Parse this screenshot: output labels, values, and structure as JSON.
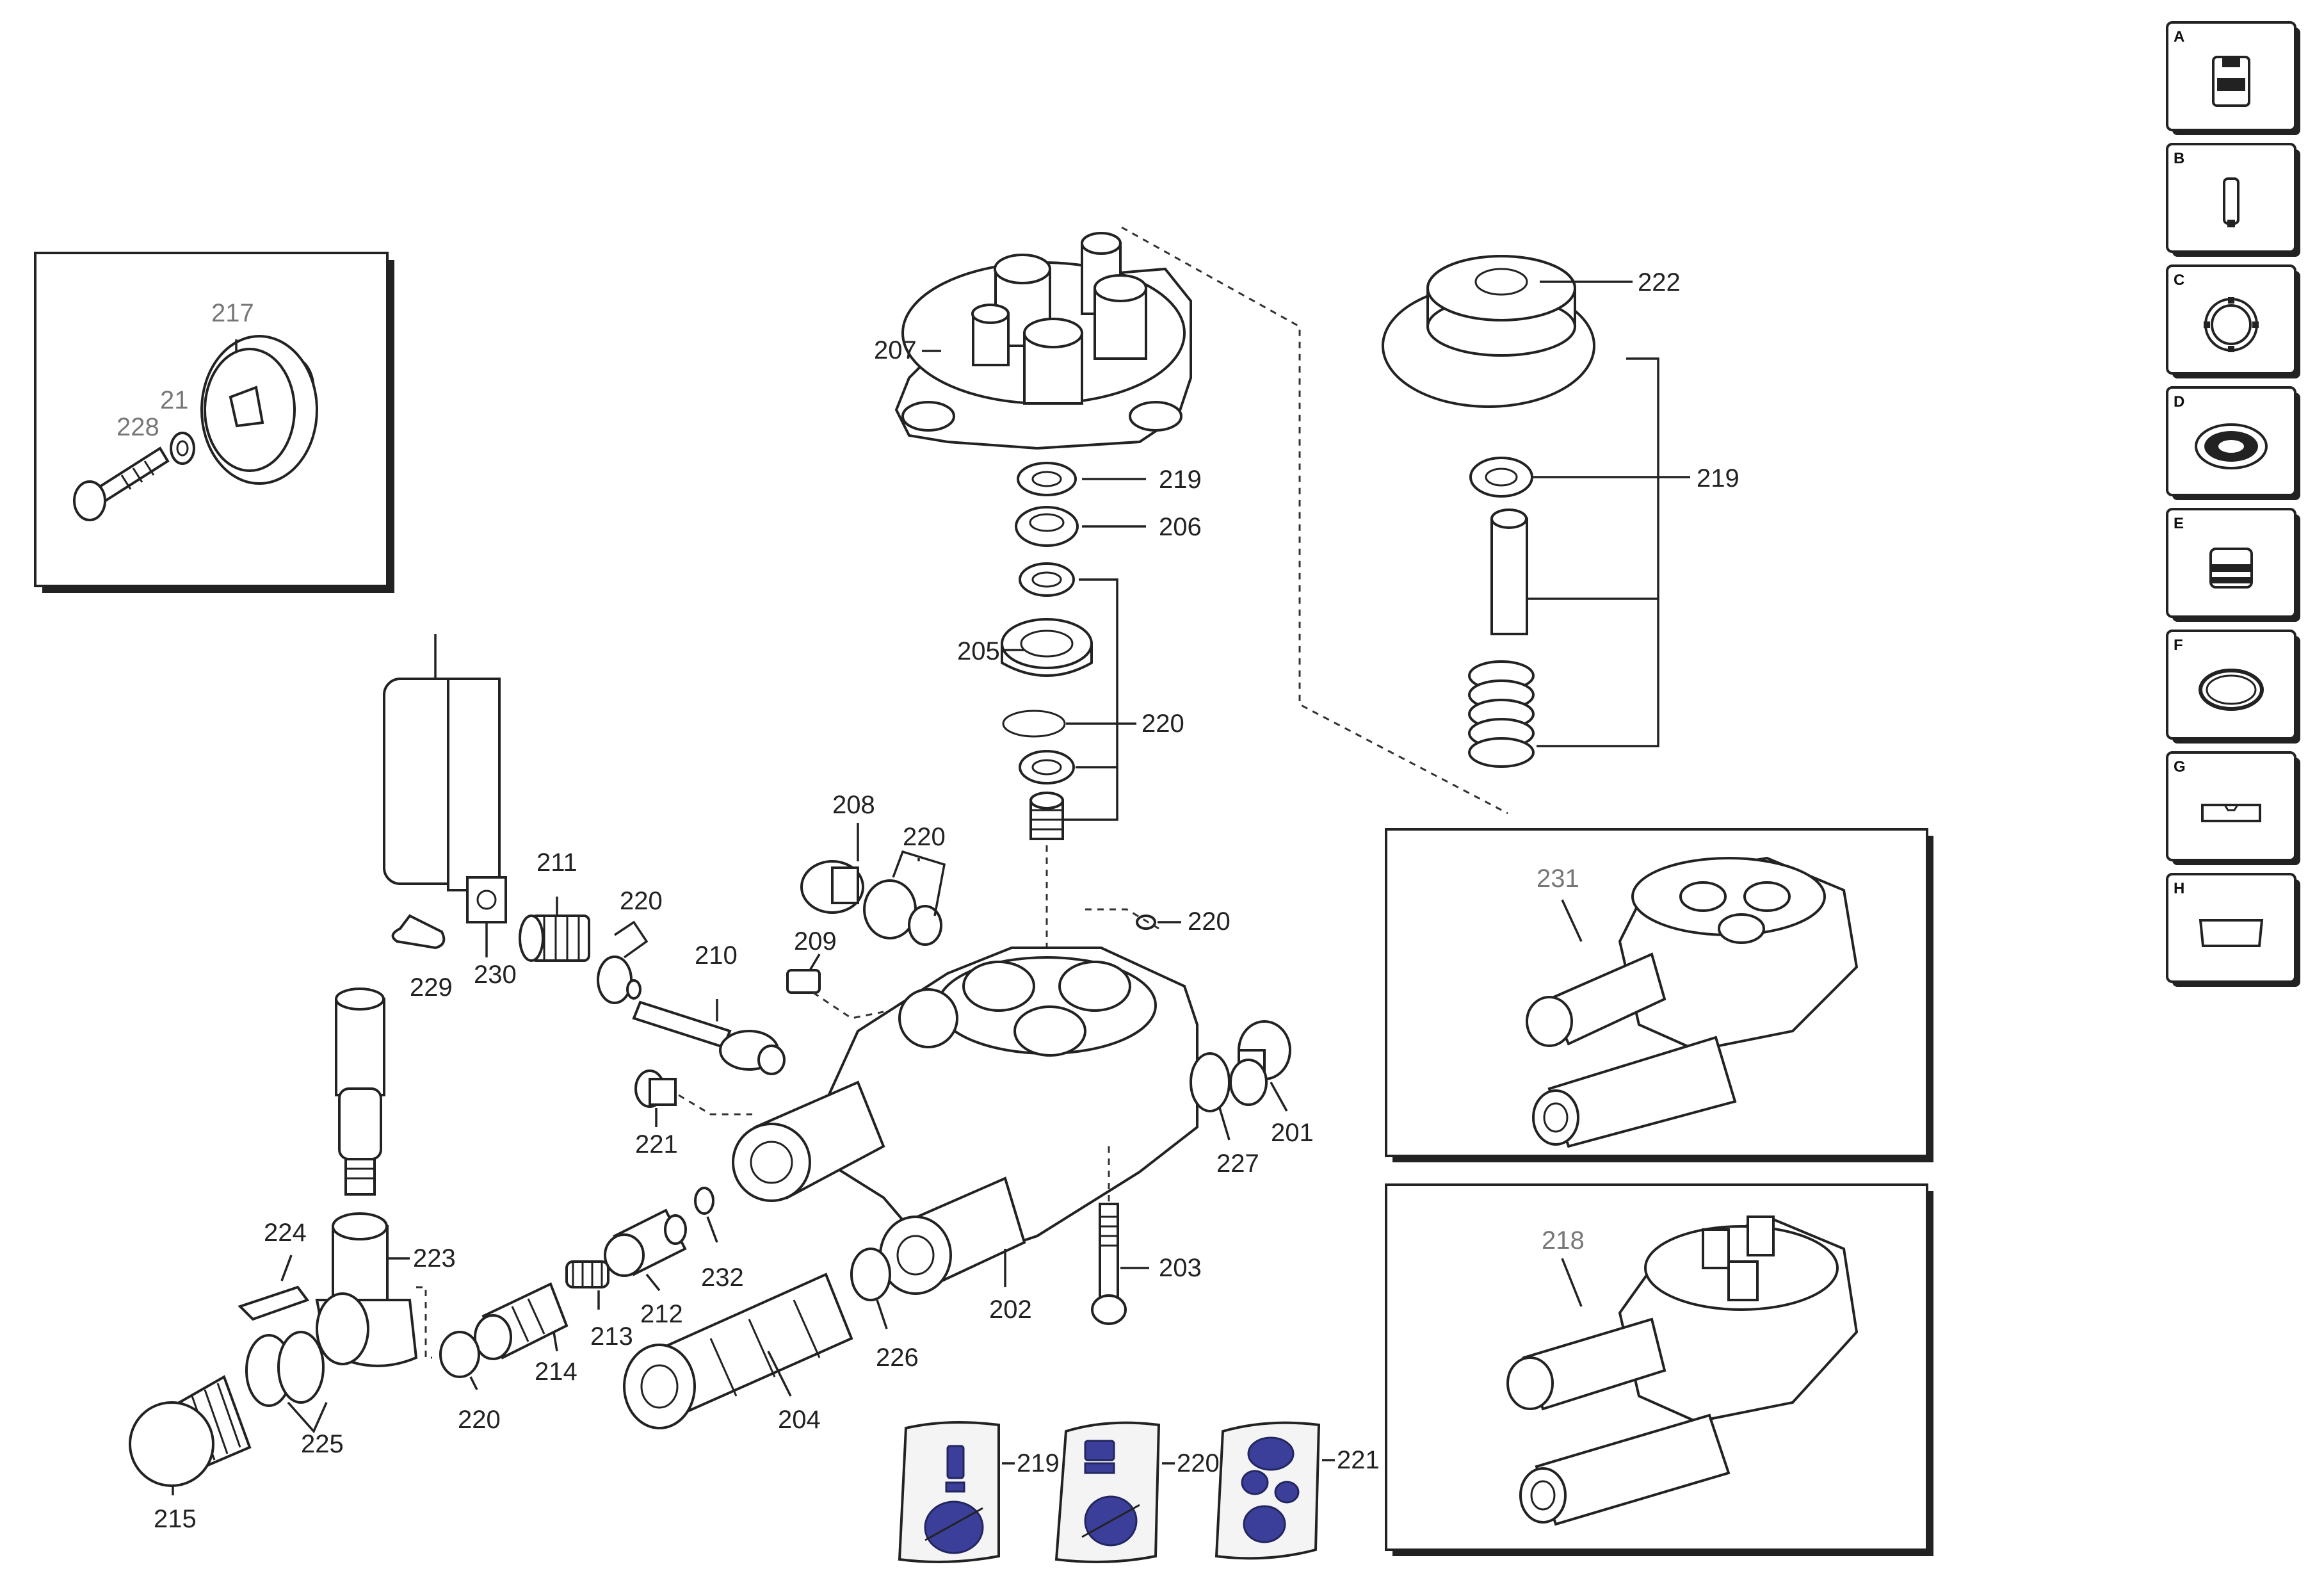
{
  "diagram": {
    "legend": [
      {
        "letter": "A",
        "icon": "quick-connect-fitting-icon"
      },
      {
        "letter": "B",
        "icon": "pin-icon"
      },
      {
        "letter": "C",
        "icon": "retaining-ring-icon"
      },
      {
        "letter": "D",
        "icon": "seal-icon"
      },
      {
        "letter": "E",
        "icon": "cap-icon"
      },
      {
        "letter": "F",
        "icon": "o-ring-icon"
      },
      {
        "letter": "G",
        "icon": "key-icon"
      },
      {
        "letter": "H",
        "icon": "gasket-icon"
      }
    ],
    "labels": {
      "p201": "201",
      "p202": "202",
      "p203": "203",
      "p204": "204",
      "p205": "205",
      "p206": "206",
      "p207": "207",
      "p208": "208",
      "p209": "209",
      "p210": "210",
      "p211": "211",
      "p212": "212",
      "p213": "213",
      "p214": "214",
      "p215": "215",
      "p217": "217",
      "p218": "218",
      "p219a": "219",
      "p219b": "219",
      "p219c": "219",
      "p220a": "220",
      "p220b": "220",
      "p220c": "220",
      "p220d": "220",
      "p220e": "220",
      "p220f": "220",
      "p221a": "221",
      "p221b": "221",
      "p222": "222",
      "p223": "223",
      "p224": "224",
      "p225": "225",
      "p226": "226",
      "p227": "227",
      "p228": "228",
      "p229": "229",
      "p230": "230",
      "p231": "231",
      "p232": "232",
      "p21x": "21"
    }
  }
}
